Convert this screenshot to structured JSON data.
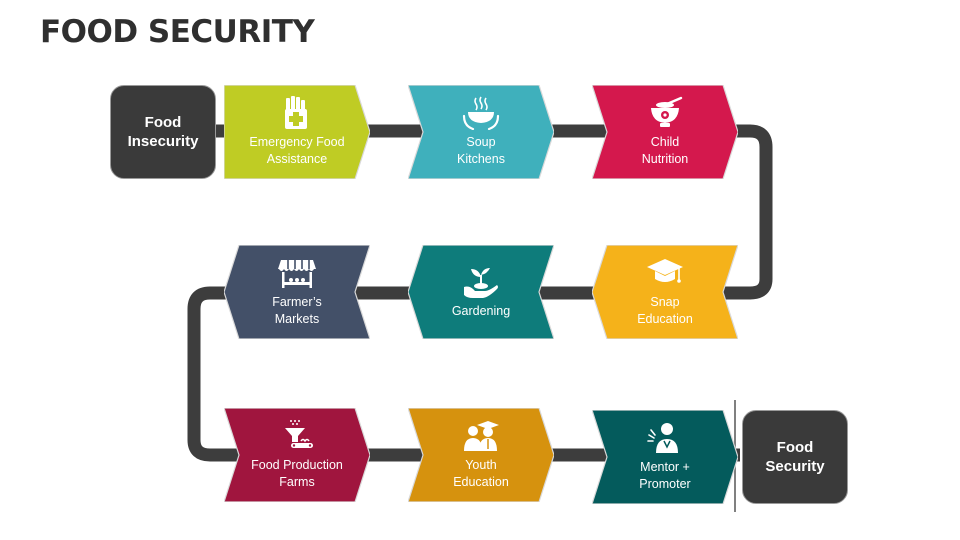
{
  "title": "FOOD SECURITY",
  "start_label": "Food\nInsecurity",
  "end_label": "Food\nSecurity",
  "steps": [
    {
      "label": "Emergency Food\nAssistance",
      "color": "#bfcc24",
      "icon": "emergency-food-icon"
    },
    {
      "label": "Soup\nKitchens",
      "color": "#3fb0bc",
      "icon": "soup-bowl-icon"
    },
    {
      "label": "Child\nNutrition",
      "color": "#d4184d",
      "icon": "baby-food-icon"
    },
    {
      "label": "Snap\nEducation",
      "color": "#f5b21a",
      "icon": "graduation-cap-icon"
    },
    {
      "label": "Gardening",
      "color": "#0e7c7b",
      "icon": "plant-in-hand-icon"
    },
    {
      "label": "Farmer’s\nMarkets",
      "color": "#435068",
      "icon": "market-stall-icon"
    },
    {
      "label": "Food Production\nFarms",
      "color": "#a0153e",
      "icon": "funnel-production-icon"
    },
    {
      "label": "Youth\nEducation",
      "color": "#d6920e",
      "icon": "students-icon"
    },
    {
      "label": "Mentor +\nPromoter",
      "color": "#045b5c",
      "icon": "mentor-icon"
    }
  ],
  "connector_color": "#3d3d3d"
}
